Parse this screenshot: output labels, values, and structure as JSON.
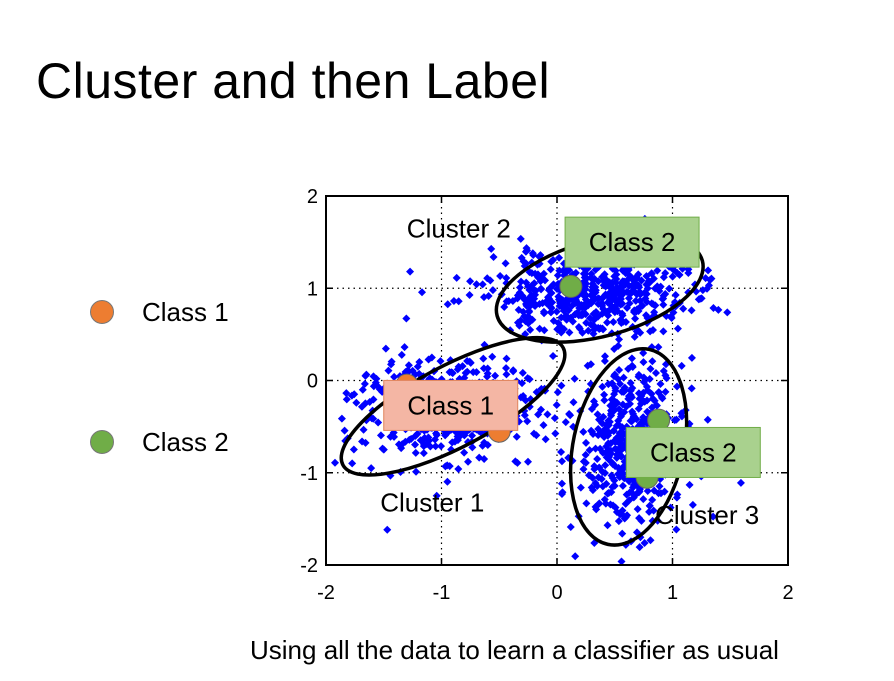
{
  "slide": {
    "title": "Cluster and then Label",
    "footer": "Using all the data to learn a classifier as usual"
  },
  "legend": [
    {
      "label": "Class 1",
      "color": "#ed7d31"
    },
    {
      "label": "Class 2",
      "color": "#70ad47"
    }
  ],
  "chart_data": {
    "type": "scatter",
    "xlim": [
      -2,
      2
    ],
    "ylim": [
      -2,
      2
    ],
    "x_ticks": [
      -2,
      -1,
      0,
      1,
      2
    ],
    "y_ticks": [
      -2,
      -1,
      0,
      1,
      2
    ],
    "x_tick_labels": [
      "-2",
      "-1",
      "0",
      "1",
      "2"
    ],
    "y_tick_labels": [
      "-2",
      "-1",
      "0",
      "1",
      "2"
    ],
    "grid": true,
    "point_color": "#0000ff",
    "unlabeled_clusters": [
      {
        "center": [
          -0.95,
          -0.3
        ],
        "spread": [
          0.42,
          0.28
        ],
        "count": 520
      },
      {
        "center": [
          0.3,
          0.95
        ],
        "spread": [
          0.45,
          0.22
        ],
        "count": 520
      },
      {
        "center": [
          0.65,
          -0.7
        ],
        "spread": [
          0.22,
          0.45
        ],
        "count": 520
      }
    ],
    "labeled_points": [
      {
        "x": -1.3,
        "y": -0.05,
        "class": "Class 1"
      },
      {
        "x": -0.5,
        "y": -0.55,
        "class": "Class 1"
      },
      {
        "x": 0.12,
        "y": 1.02,
        "class": "Class 2"
      },
      {
        "x": 0.88,
        "y": -0.43,
        "class": "Class 2"
      },
      {
        "x": 0.78,
        "y": -1.05,
        "class": "Class 2"
      }
    ],
    "cluster_ellipses": [
      {
        "label": "Cluster 1",
        "cx": -0.9,
        "cy": -0.28,
        "rx": 1.08,
        "ry": 0.44,
        "angle": -28
      },
      {
        "label": "Cluster 2",
        "cx": 0.37,
        "cy": 1.0,
        "rx": 0.92,
        "ry": 0.52,
        "angle": -15
      },
      {
        "label": "Cluster 3",
        "cx": 0.62,
        "cy": -0.72,
        "rx": 0.48,
        "ry": 1.08,
        "angle": 12
      }
    ],
    "class_labels": [
      {
        "text": "Class 1",
        "color": "#f4b6a4",
        "border": "#e0845c",
        "x": -0.92,
        "y": -0.27
      },
      {
        "text": "Class 2",
        "color": "#a9d18e",
        "border": "#70ad47",
        "x": 0.65,
        "y": 1.5
      },
      {
        "text": "Class 2",
        "color": "#a9d18e",
        "border": "#70ad47",
        "x": 1.18,
        "y": -0.78
      }
    ],
    "cluster_labels": [
      {
        "text": "Cluster 1",
        "x": -1.08,
        "y": -1.32
      },
      {
        "text": "Cluster 2",
        "x": -0.85,
        "y": 1.65
      },
      {
        "text": "Cluster 3",
        "x": 1.3,
        "y": -1.46
      }
    ]
  }
}
